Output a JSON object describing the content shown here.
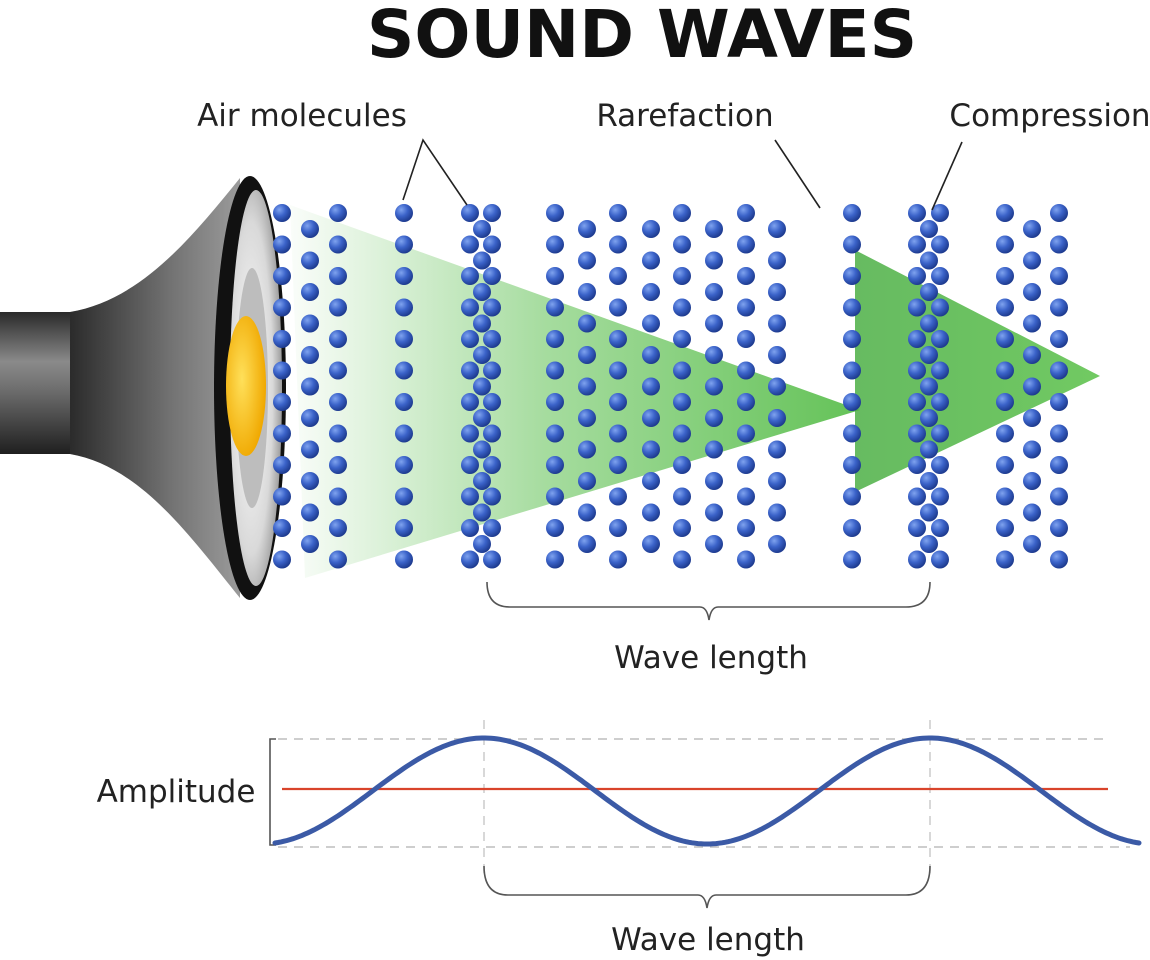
{
  "title": "SOUND WAVES",
  "labels": {
    "air_molecules": "Air molecules",
    "rarefaction": "Rarefaction",
    "compression": "Compression",
    "wave_length_top": "Wave length",
    "amplitude": "Amplitude",
    "wave_length_bottom": "Wave length"
  },
  "colors": {
    "molecule": "#2f55b8",
    "beam": "#5cbf4f",
    "wave": "#3b5aa6",
    "baseline": "#d9442b",
    "cone_core": "#f5b800",
    "speaker_body": "#4a4a4a"
  },
  "icons": {
    "speaker": "speaker-icon"
  }
}
